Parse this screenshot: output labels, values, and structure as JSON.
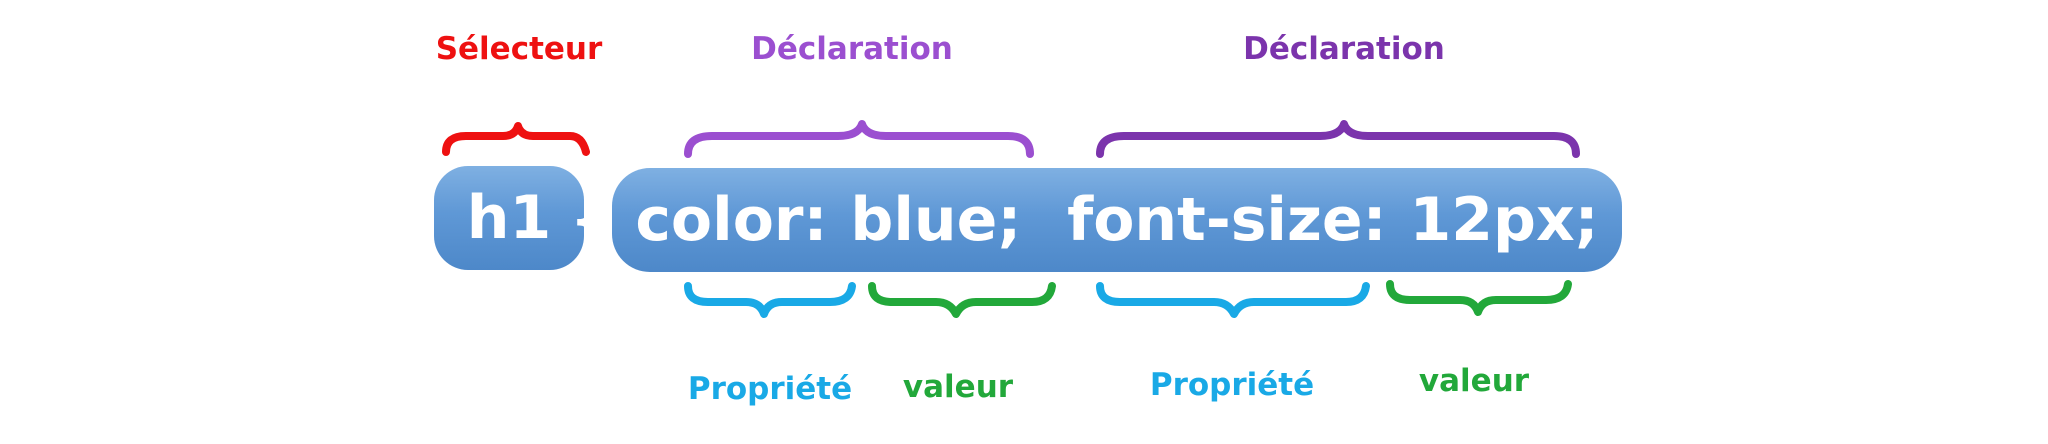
{
  "labels": {
    "selector": "Sélecteur",
    "declaration_1": "Déclaration",
    "declaration_2": "Déclaration",
    "property_1": "Propriété",
    "value_1": "valeur",
    "property_2": "Propriété",
    "value_2": "valeur"
  },
  "code": {
    "selector": "h1",
    "rule": "{ color: blue;  font-size: 12px; }"
  },
  "colors": {
    "selector": "#ee1111",
    "declaration_1": "#9b4fd0",
    "declaration_2": "#7b34ac",
    "property": "#19a9e6",
    "value": "#22a83a",
    "pill": "#5b96d5",
    "pill_text": "#ffffff"
  }
}
